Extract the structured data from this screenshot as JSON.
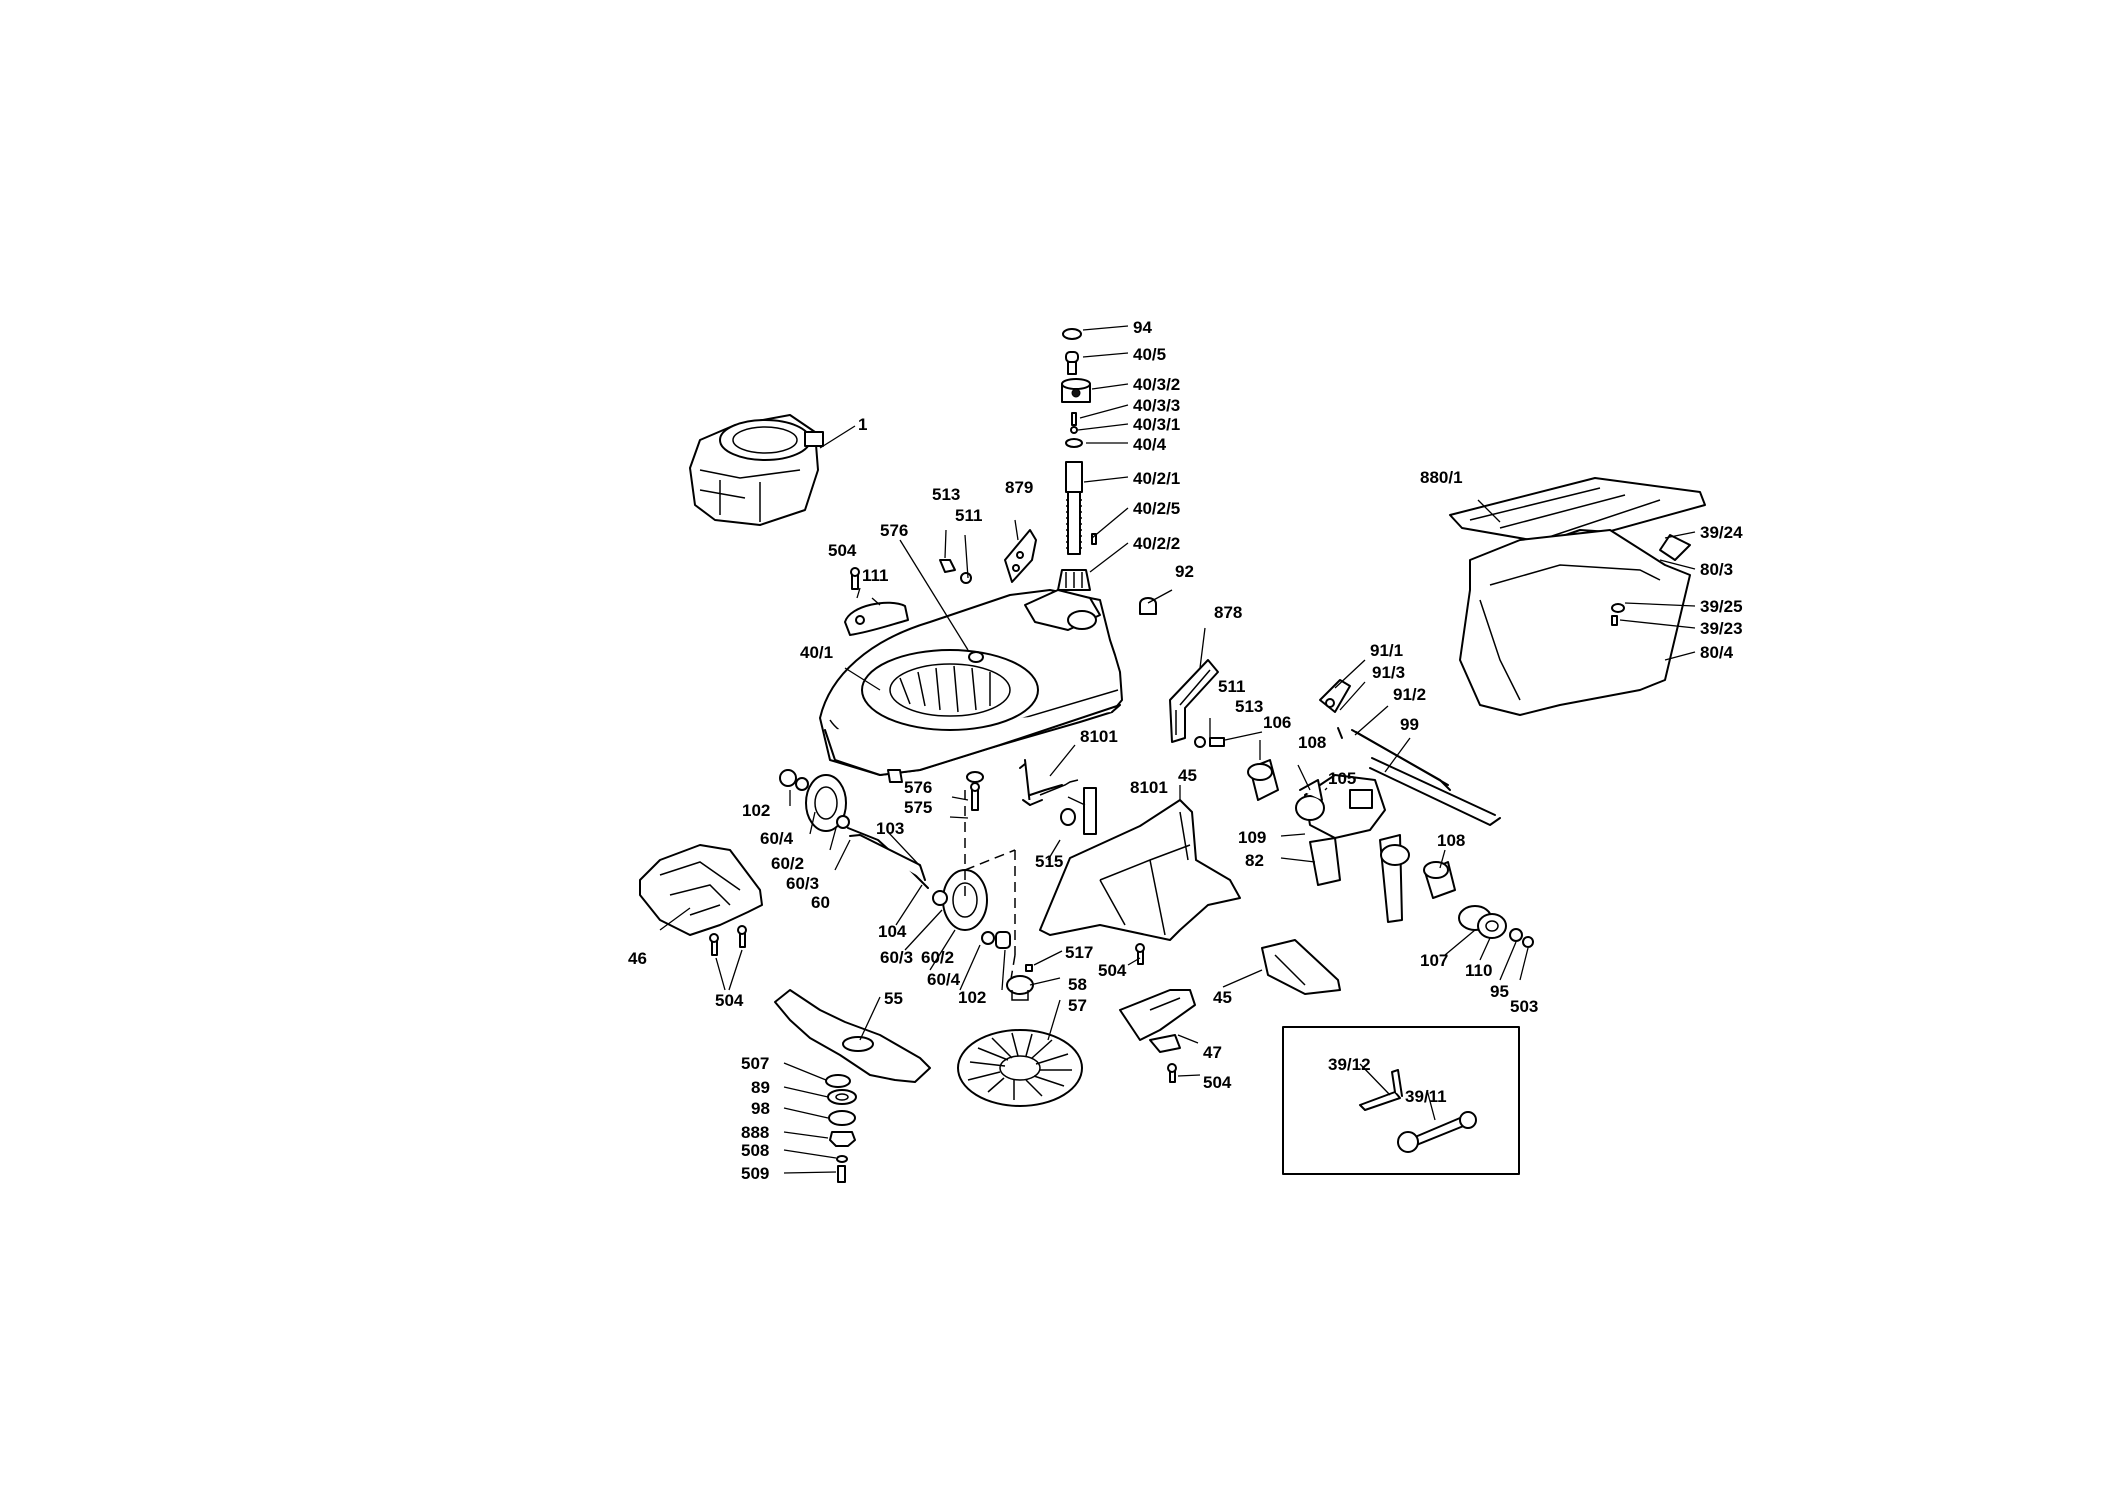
{
  "diagram": {
    "labels": [
      "94",
      "40/5",
      "40/3/2",
      "40/3/3",
      "40/3/1",
      "40/4",
      "40/2/1",
      "40/2/5",
      "40/2/2",
      "92",
      "1",
      "513",
      "511",
      "879",
      "576",
      "504",
      "111",
      "40/1",
      "878",
      "880/1",
      "39/24",
      "80/3",
      "39/25",
      "39/23",
      "80/4",
      "91/1",
      "91/3",
      "91/2",
      "511",
      "513",
      "106",
      "108",
      "99",
      "8101",
      "576",
      "575",
      "8101",
      "45",
      "105",
      "102",
      "60/4",
      "60/2",
      "60/3",
      "60",
      "103",
      "515",
      "109",
      "82",
      "108",
      "46",
      "104",
      "60/3",
      "60/2",
      "60/4",
      "102",
      "517",
      "504",
      "58",
      "57",
      "107",
      "110",
      "95",
      "503",
      "45",
      "504",
      "55",
      "507",
      "89",
      "98",
      "888",
      "508",
      "509",
      "47",
      "504",
      "39/12",
      "39/11"
    ]
  }
}
